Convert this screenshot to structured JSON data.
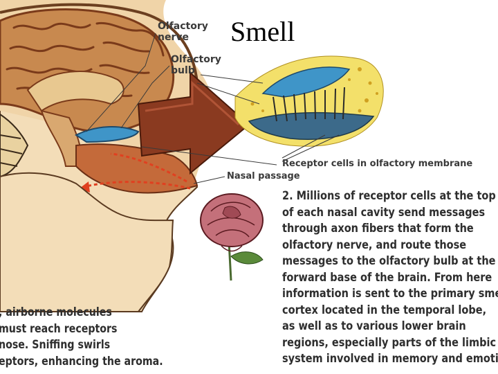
{
  "title": "Smell",
  "labels": {
    "olfactory_nerve": [
      "Olfactory",
      "nerve"
    ],
    "olfactory_bulb": [
      "Olfactory",
      "bulb"
    ],
    "receptor_cells": "Receptor cells in olfactory membrane",
    "nasal_passage": "Nasal passage"
  },
  "text_right": [
    "2. Millions of receptor cells at the top",
    "of each nasal cavity send messages",
    "through axon fibers that form the",
    "olfactory  nerve, and route those",
    "messages to the olfactory bulb at  the",
    "forward base of the brain. From here",
    "information is sent to the primary smell",
    "cortex located in the temporal lobe,",
    "as well as to various lower brain",
    "regions, especially parts of the limbic",
    "system involved in memory and emotion."
  ],
  "text_left": [
    ", airborne molecules",
    "must reach receptors",
    "nose. Sniffing swirls",
    "eptors, enhancing the aroma."
  ],
  "colors": {
    "brain": "#c8894f",
    "brain_dark": "#7a3a1a",
    "skin": "#f3ddb8",
    "arrow": "#8a3a20",
    "membrane_blue": "#3f95c8",
    "rose": "#c4707a"
  }
}
